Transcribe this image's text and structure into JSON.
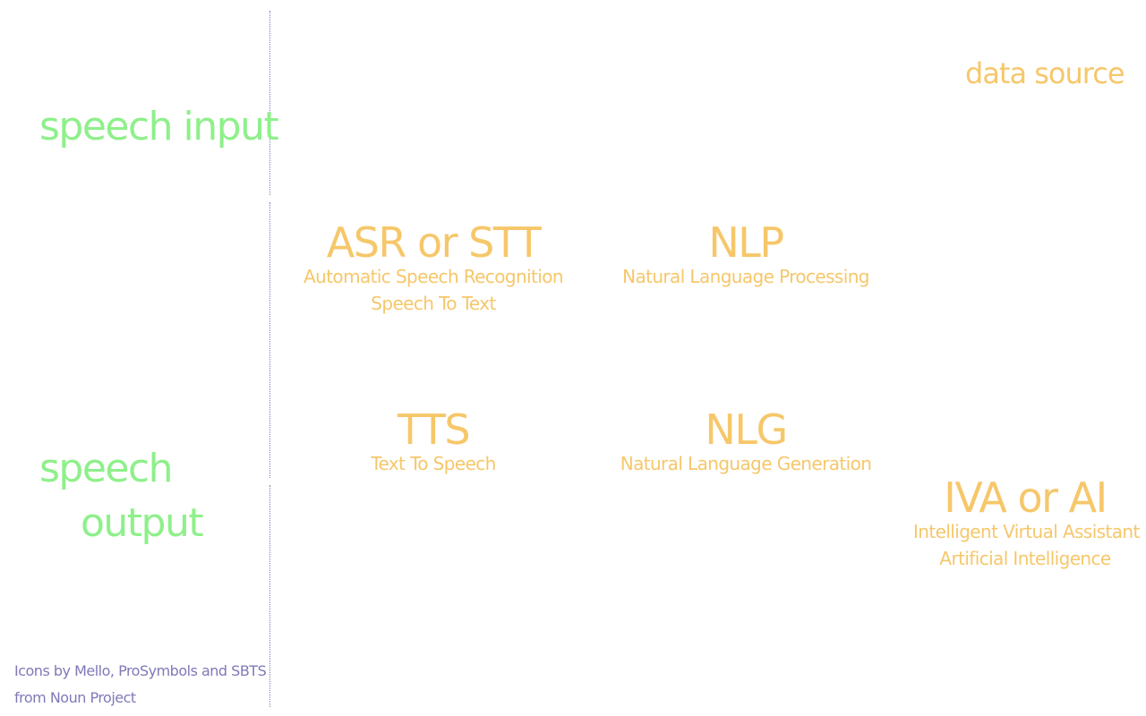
{
  "colors": {
    "input_output_label": "#8ef08a",
    "component_label": "#f6c76a",
    "credits_text": "#7f79b8",
    "divider": "#7a7fb3"
  },
  "labels": {
    "speech_input": "speech input",
    "speech_output_line1": "speech",
    "speech_output_line2": "output",
    "data_source": "data source"
  },
  "components": {
    "asr": {
      "title": "ASR or STT",
      "lines": [
        "Automatic Speech Recognition",
        "Speech To Text"
      ]
    },
    "nlp": {
      "title": "NLP",
      "lines": [
        "Natural Language Processing"
      ]
    },
    "tts": {
      "title": "TTS",
      "lines": [
        "Text To Speech"
      ]
    },
    "nlg": {
      "title": "NLG",
      "lines": [
        "Natural Language Generation"
      ]
    },
    "iva": {
      "title": "IVA or AI",
      "lines": [
        "Intelligent Virtual Assistant",
        "Artificial Intelligence"
      ]
    }
  },
  "credits": {
    "line1": "Icons by Mello, ProSymbols and SBTS",
    "line2": "from Noun Project"
  }
}
